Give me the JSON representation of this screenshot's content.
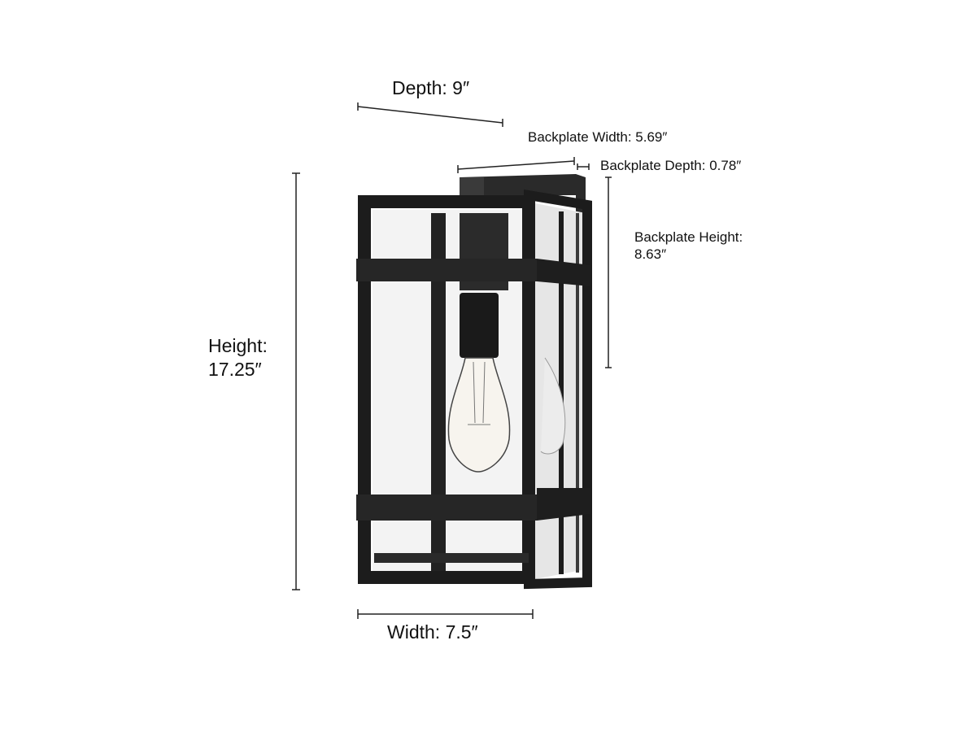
{
  "dimensions": {
    "depth": "Depth: 9″",
    "backplate_width": "Backplate Width: 5.69″",
    "backplate_depth": "Backplate Depth: 0.78″",
    "backplate_height_label": "Backplate Height:",
    "backplate_height_value": "8.63″",
    "height_label": "Height:",
    "height_value": "17.25″",
    "width": "Width: 7.5″"
  },
  "colors": {
    "frame": "#1c1c1c",
    "glass": "#f4f4f4",
    "line": "#222222"
  }
}
